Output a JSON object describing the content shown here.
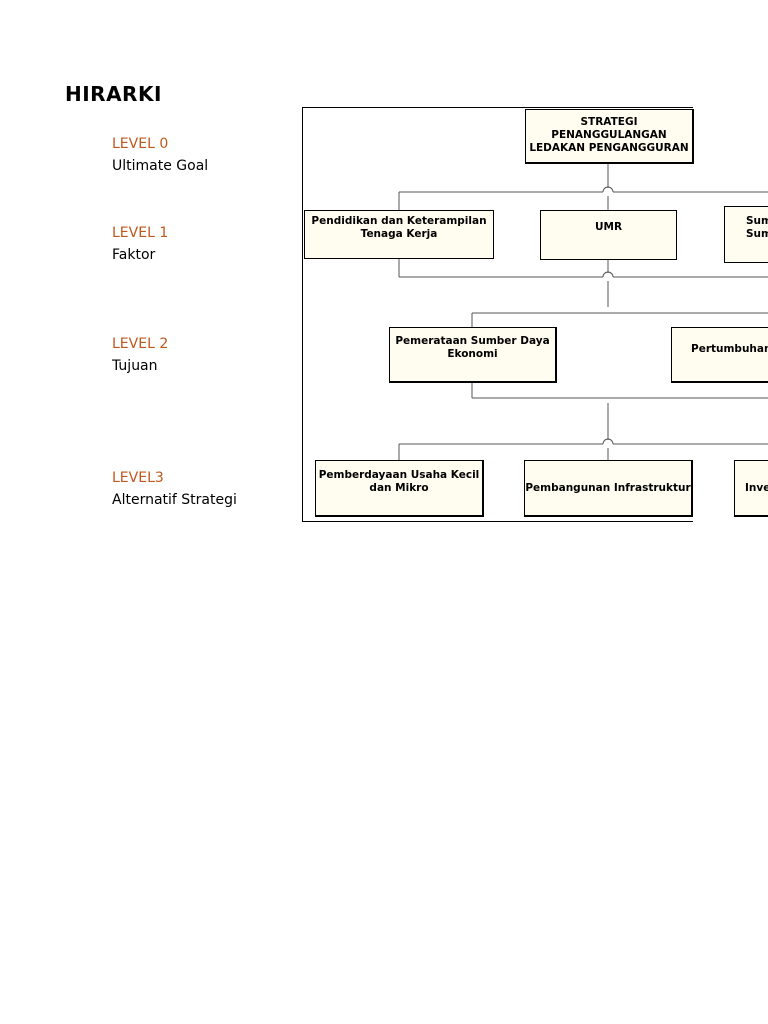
{
  "title": "HIRARKI",
  "levels": [
    {
      "num": "LEVEL 0",
      "desc": "Ultimate Goal"
    },
    {
      "num": "LEVEL 1",
      "desc": "Faktor"
    },
    {
      "num": "LEVEL 2",
      "desc": "Tujuan"
    },
    {
      "num": "LEVEL3",
      "desc": "Alternatif Strategi"
    }
  ],
  "diagram": {
    "goal": "STRATEGI PENANGGULANGAN LEDAKAN PENGANGGURAN",
    "factors": [
      "Pendidikan dan Keterampilan Tenaga Kerja",
      "UMR",
      "Sum Sum"
    ],
    "objectives": [
      "Pemerataan Sumber Daya Ekonomi",
      "Pertumbuhan"
    ],
    "alternatives": [
      "Pemberdayaan Usaha Kecil dan Mikro",
      "Pembangunan Infrastruktur",
      "Inve"
    ]
  }
}
